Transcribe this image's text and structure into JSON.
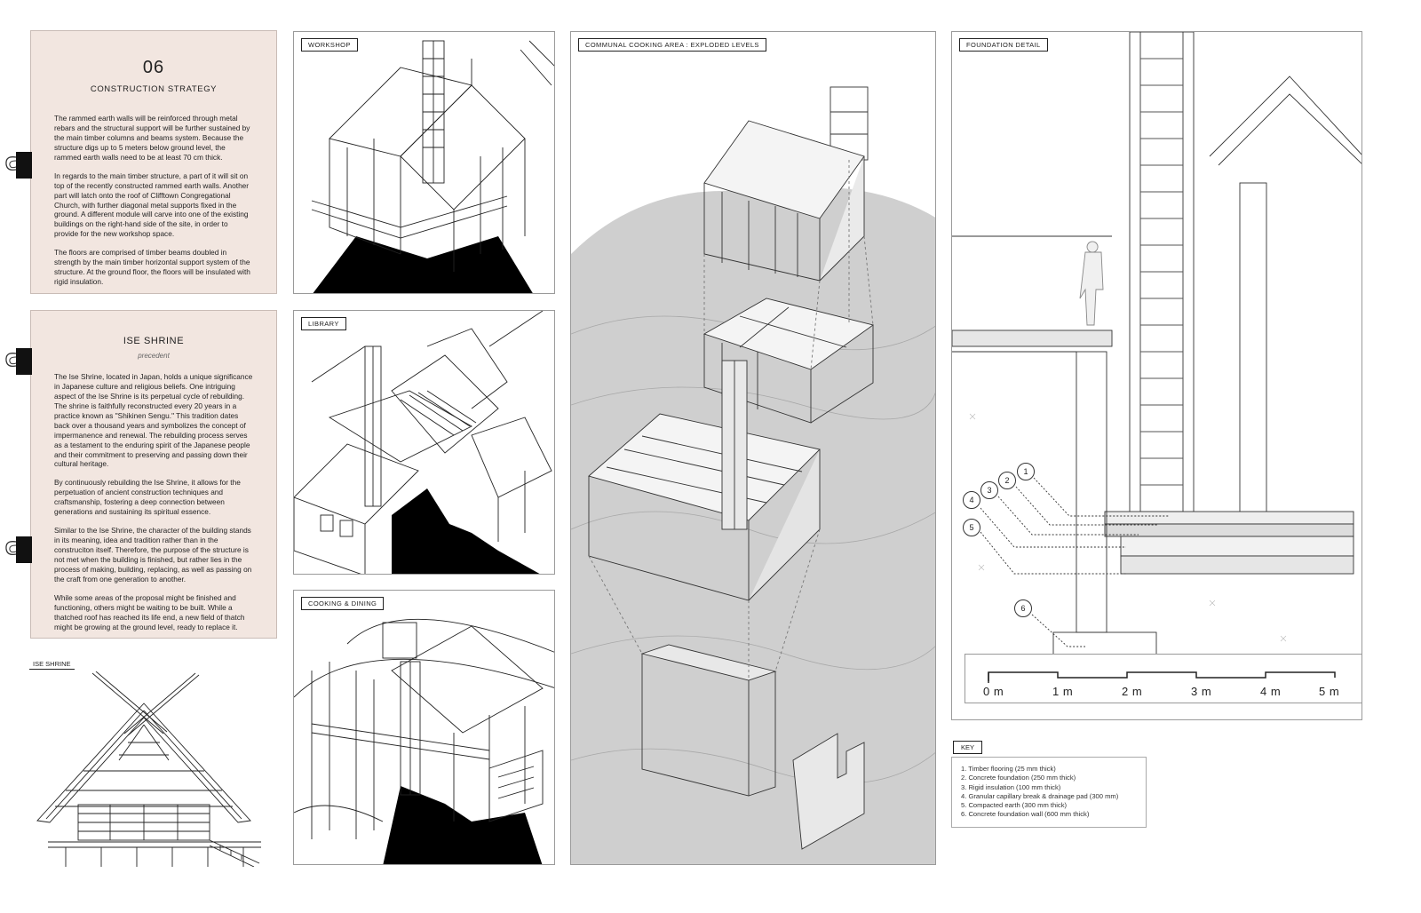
{
  "construction_card": {
    "number": "06",
    "title": "CONSTRUCTION STRATEGY",
    "paragraphs": [
      "The rammed earth walls will be reinforced through metal rebars and the structural support will be further sustained by the main timber columns and beams system. Because the structure digs up to 5 meters below ground level, the rammed earth walls need to be at least 70 cm thick.",
      "In regards to the main timber structure, a part of it will sit on top of the recently constructed rammed earth walls. Another part will latch onto the roof of Clifftown Congregational Church, with further diagonal metal supports fixed in the ground. A different module will carve into one of the existing buildings on the right-hand side of the site, in order to provide for the new workshop space.",
      "The floors are comprised of timber beams doubled in strength by the main timber horizontal support system of the structure. At the ground floor, the floors will be insulated with rigid insulation."
    ]
  },
  "precedent_card": {
    "title": "ISE SHRINE",
    "subtitle": "precedent",
    "paragraphs": [
      "The Ise Shrine, located in Japan, holds a unique significance in Japanese culture and religious beliefs. One intriguing aspect of the Ise Shrine is its perpetual cycle of rebuilding. The shrine is faithfully reconstructed every 20 years in a practice known as \"Shikinen Sengu.\" This tradition dates back over a thousand years and symbolizes the concept of impermanence and renewal. The rebuilding process serves as a testament to the enduring spirit of the Japanese people and their commitment to preserving and passing down their cultural heritage.",
      "By continuously rebuilding the Ise Shrine, it allows for the perpetuation of ancient construction techniques and craftsmanship, fostering a deep connection between generations and sustaining its spiritual essence.",
      "Similar to the Ise Shrine, the character of the building stands in its meaning, idea and tradition rather than in the construciton itself. Therefore, the purpose of the structure is not met when the building is finished, but rather lies in the process of making, building, replacing, as well as passing on the craft from one generation to another.",
      "While some areas of the proposal might be finished and functioning, others might be waiting to be built. While a thatched roof has reached its life end, a new field of thatch might be growing at the ground level, ready to replace it."
    ]
  },
  "ise_label": "ISE SHRINE",
  "panels": {
    "workshop": "WORKSHOP",
    "library": "LIBRARY",
    "cooking": "COOKING & DINING",
    "exploded": "COMMUNAL COOKING AREA : EXPLODED LEVELS",
    "foundation": "FOUNDATION DETAIL"
  },
  "scale_labels": [
    "0 m",
    "1 m",
    "2 m",
    "3 m",
    "4 m",
    "5 m"
  ],
  "callouts": [
    "1",
    "2",
    "3",
    "4",
    "5",
    "6"
  ],
  "key": {
    "title": "KEY",
    "items": [
      "1. Timber flooring (25 mm thick)",
      "2. Concrete foundation (250 mm thick)",
      "3. Rigid insulation (100 mm thick)",
      "4. Granular capillary break & drainage pad (300 mm)",
      "5. Compacted earth (300 mm thick)",
      "6. Concrete foundation wall (600 mm thick)"
    ]
  },
  "colors": {
    "card_bg": "#f2e6e0",
    "exploded_bg": "#cfcfcf",
    "ground_black": "#000000"
  }
}
